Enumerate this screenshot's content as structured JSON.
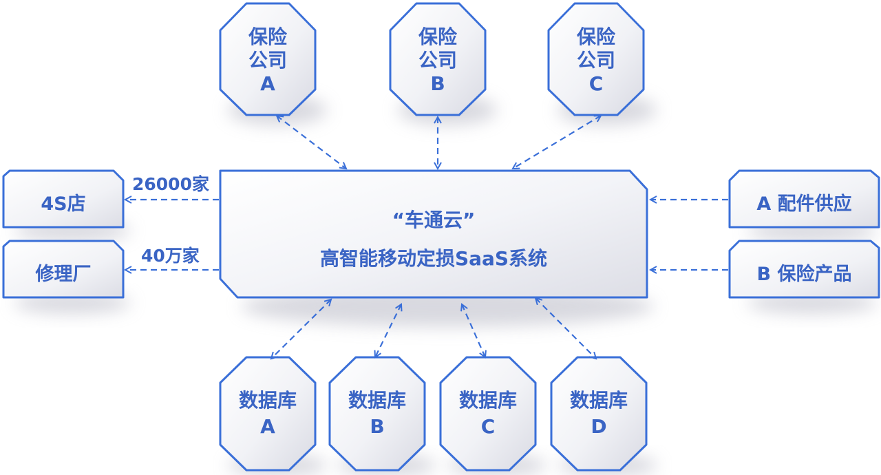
{
  "center": {
    "title": "“车通云”",
    "subtitle": "高智能移动定损SaaS系统"
  },
  "insurers": [
    {
      "line1": "保险",
      "line2": "公司",
      "line3": "A"
    },
    {
      "line1": "保险",
      "line2": "公司",
      "line3": "B"
    },
    {
      "line1": "保险",
      "line2": "公司",
      "line3": "C"
    }
  ],
  "databases": [
    {
      "line1": "数据库",
      "line2": "A"
    },
    {
      "line1": "数据库",
      "line2": "B"
    },
    {
      "line1": "数据库",
      "line2": "C"
    },
    {
      "line1": "数据库",
      "line2": "D"
    }
  ],
  "left_boxes": [
    {
      "label": "4S店",
      "count": "26000家"
    },
    {
      "label": "修理厂",
      "count": "40万家"
    }
  ],
  "right_boxes": [
    {
      "label": "A 配件供应"
    },
    {
      "label": "B 保险产品"
    }
  ],
  "colors": {
    "accent": "#3a6fd8",
    "text": "#3a64c4",
    "fill_light": "#ffffff",
    "fill_shade": "#dcdde6"
  }
}
